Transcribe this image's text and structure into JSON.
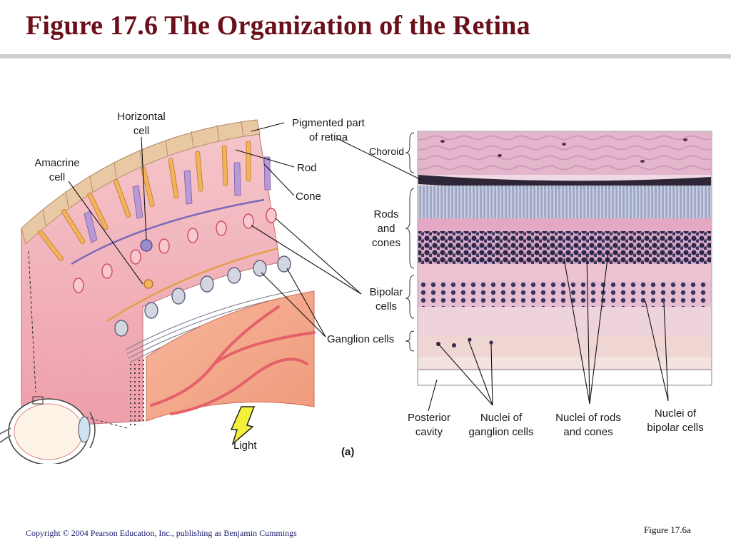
{
  "slide": {
    "title": "Figure 17.6  The Organization of the Retina",
    "copyright": "Copyright © 2004 Pearson Education, Inc., publishing as Benjamin Cummings",
    "figure_ref": "Figure 17.6a"
  },
  "diagram": {
    "labels": {
      "horizontal_cell": [
        "Horizontal",
        "cell"
      ],
      "pigmented": [
        "Pigmented part",
        "of retina"
      ],
      "amacrine": [
        "Amacrine",
        "cell"
      ],
      "rod": "Rod",
      "cone": "Cone",
      "choroid": "Choroid",
      "rods_cones": [
        "Rods",
        "and",
        "cones"
      ],
      "bipolar": [
        "Bipolar",
        "cells"
      ],
      "ganglion": "Ganglion cells",
      "light": "Light",
      "panel": "(a)",
      "posterior": [
        "Posterior",
        "cavity"
      ],
      "nuclei_ganglion": [
        "Nuclei of",
        "ganglion cells"
      ],
      "nuclei_rods_cones": [
        "Nuclei of rods",
        "and cones"
      ],
      "nuclei_bipolar": [
        "Nuclei  of",
        "bipolar cells"
      ]
    },
    "colors": {
      "title": "#6b0f1a",
      "tissue_pink": "#f0a9b0",
      "nerve_layer": "#f3a588",
      "pigment": "#e9c9a4",
      "histology_pink": "#e7b9cf",
      "histology_dark": "#2c2a4a"
    }
  }
}
